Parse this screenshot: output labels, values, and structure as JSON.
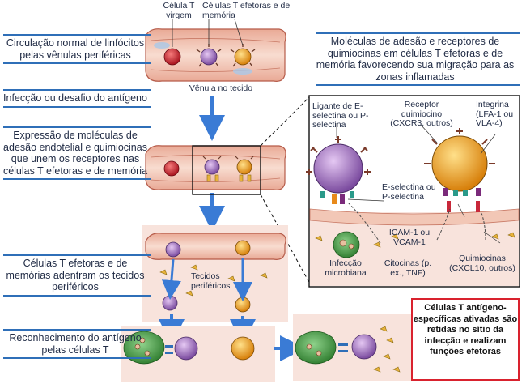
{
  "steps": [
    "Circulação normal de linfócitos pelas vênulas periféricas",
    "Infecção ou desafio do antígeno",
    "Expressão de moléculas de adesão endotelial e quimiocinas que unem os receptores nas células T efetoras e de memória",
    "Células T efetoras e de memórias adentram os tecidos periféricos",
    "Reconhecimento do antígeno pelas células T"
  ],
  "labels": {
    "naive": "Célula T virgem",
    "effector_memory": "Células T efetoras e de memória",
    "venule": "Vênula no tecido",
    "peripheral_tissues": "Tecidos periféricos"
  },
  "callout": {
    "title": "Moléculas de adesão e receptores de quimiocinas em células T efetoras e de memória favorecendo sua migração para as zonas inflamadas",
    "selectin_ligand": "Ligante de E-selectina ou P-selectina",
    "chemokine_receptor": "Receptor quimiocino (CXCR3, outros)",
    "integrin": "Integrina (LFA-1 ou VLA-4)",
    "selectin": "E-selectina ou P-selectina",
    "icam": "ICAM-1 ou VCAM-1",
    "infection": "Infecção microbiana",
    "cytokines": "Citocinas (p. ex., TNF)",
    "chemokines": "Quimiocinas (CXCL10, outros)"
  },
  "result_box": "Células T antígeno-específicas ativadas são retidas no sítio da infecção e realizam funções efetoras",
  "colors": {
    "rule_blue": "#2f6fb8",
    "arrow_blue": "#3a7bd5",
    "vessel_pink": "#f3c9b6",
    "naive_red": "#c8283a",
    "effector_purple": "#9a6ac0",
    "memory_orange": "#e69a1a",
    "macrophage_green": "#3f9a3f",
    "result_border": "#d9222e"
  }
}
